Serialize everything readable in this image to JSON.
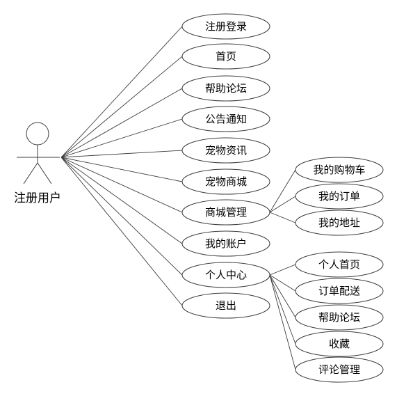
{
  "actor": {
    "label": "注册用户"
  },
  "use_cases": [
    {
      "id": "register-login",
      "label": "注册登录"
    },
    {
      "id": "home",
      "label": "首页"
    },
    {
      "id": "help-forum",
      "label": "帮助论坛"
    },
    {
      "id": "announcements",
      "label": "公告通知"
    },
    {
      "id": "pet-info",
      "label": "宠物资讯"
    },
    {
      "id": "pet-mall",
      "label": "宠物商城"
    },
    {
      "id": "mall-management",
      "label": "商城管理"
    },
    {
      "id": "my-account",
      "label": "我的账户"
    },
    {
      "id": "personal-center",
      "label": "个人中心"
    },
    {
      "id": "logout",
      "label": "退出"
    }
  ],
  "sub_use_cases": {
    "mall-management": [
      {
        "id": "my-cart",
        "label": "我的购物车"
      },
      {
        "id": "my-orders",
        "label": "我的订单"
      },
      {
        "id": "my-address",
        "label": "我的地址"
      }
    ],
    "personal-center": [
      {
        "id": "personal-home",
        "label": "个人首页"
      },
      {
        "id": "order-delivery",
        "label": "订单配送"
      },
      {
        "id": "pc-help-forum",
        "label": "帮助论坛"
      },
      {
        "id": "favorites",
        "label": "收藏"
      },
      {
        "id": "review-management",
        "label": "评论管理"
      }
    ]
  }
}
